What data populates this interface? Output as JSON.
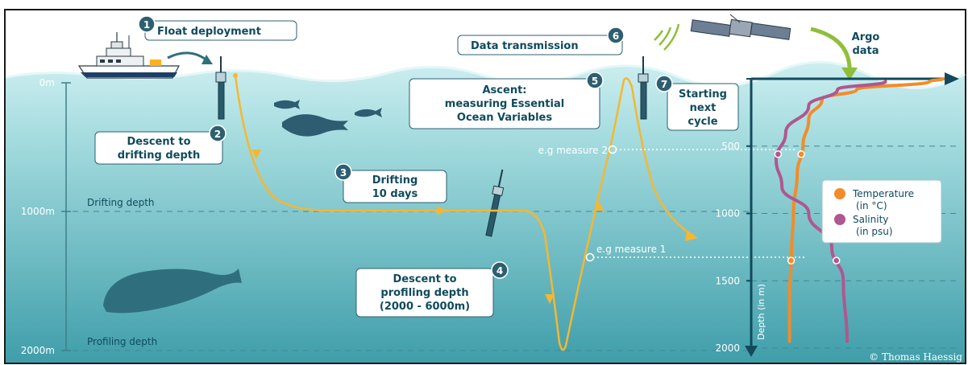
{
  "labels": {
    "float_deployment": "Float deployment",
    "data_transmission": "Data transmission",
    "argo_data": [
      "Argo",
      "data"
    ],
    "ascent": [
      "Ascent:",
      "measuring Essential",
      "Ocean Variables"
    ],
    "starting_next_cycle": [
      "Starting",
      "next",
      "cycle"
    ],
    "descent_drifting": [
      "Descent to",
      "drifting depth"
    ],
    "drifting": [
      "Drifting",
      "10 days"
    ],
    "descent_profiling": [
      "Descent to",
      "profiling depth",
      "(2000 - 6000m)"
    ],
    "measure_2": "e.g measure 2",
    "measure_1": "e.g measure 1",
    "drifting_depth": "Drifting depth",
    "profiling_depth": "Profiling depth",
    "credit": "© Thomas Haessig"
  },
  "steps": [
    "1",
    "2",
    "3",
    "4",
    "5",
    "6",
    "7"
  ],
  "left_depth_axis": {
    "ticks": [
      "0m",
      "1000m",
      "2000m"
    ]
  },
  "chart_data": {
    "type": "line",
    "ylabel": "Depth (in m)",
    "ylim": [
      0,
      2000
    ],
    "y_ticks": [
      0,
      500,
      1000,
      1500,
      2000
    ],
    "y_inverted": true,
    "x_axis_unlabeled": true,
    "series": [
      {
        "name": "Temperature (in °C)",
        "color": "#f28c28",
        "points": [
          [
            1.0,
            0
          ],
          [
            0.93,
            20
          ],
          [
            0.55,
            80
          ],
          [
            0.37,
            150
          ],
          [
            0.3,
            300
          ],
          [
            0.27,
            500
          ],
          [
            0.24,
            700
          ],
          [
            0.22,
            1000
          ],
          [
            0.21,
            1300
          ],
          [
            0.2,
            1600
          ],
          [
            0.2,
            1950
          ]
        ]
      },
      {
        "name": "Salinity (in psu)",
        "color": "#b0578f",
        "points": [
          [
            0.7,
            20
          ],
          [
            0.45,
            80
          ],
          [
            0.3,
            200
          ],
          [
            0.18,
            400
          ],
          [
            0.13,
            600
          ],
          [
            0.16,
            800
          ],
          [
            0.3,
            1000
          ],
          [
            0.42,
            1250
          ],
          [
            0.48,
            1500
          ],
          [
            0.5,
            1950
          ]
        ]
      }
    ],
    "legend": {
      "placement": "right",
      "entries": [
        {
          "label": [
            "Temperature",
            "(in °C)"
          ],
          "color": "#f28c28"
        },
        {
          "label": [
            "Salinity",
            "(in psu)"
          ],
          "color": "#b0578f"
        }
      ]
    },
    "annotations": [
      {
        "label": "e.g measure 2",
        "depth": 560
      },
      {
        "label": "e.g measure 1",
        "depth": 1350
      }
    ]
  },
  "colors": {
    "sky": "#ffffff",
    "ocean_top": "#bfe6ea",
    "ocean_bottom": "#4aa7b2",
    "trajectory": "#f5b731",
    "label_text": "#0f4a5e",
    "label_box": "#ffffff",
    "step_badge": "#2e5f70",
    "argo_green": "#8fbf3a",
    "axis": "#0f4a5e"
  }
}
